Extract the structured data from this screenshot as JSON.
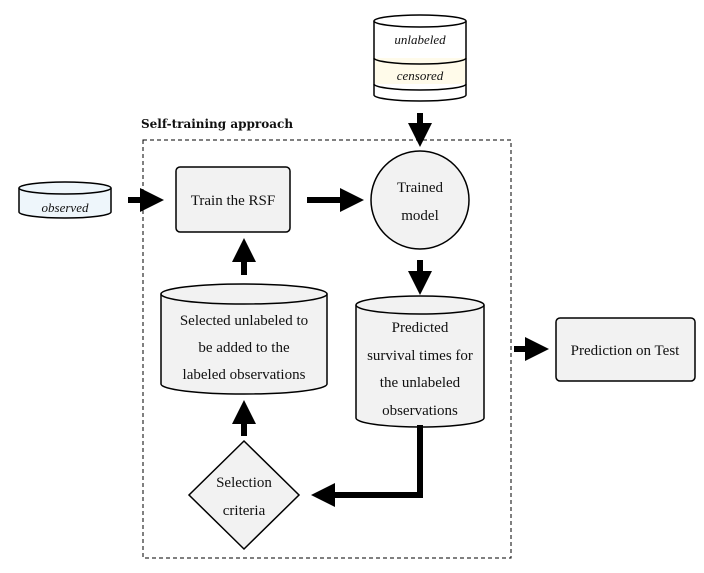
{
  "group_label": "Self-training approach",
  "data_sources": {
    "unlabeled": "unlabeled",
    "censored": "censored",
    "observed": "observed"
  },
  "nodes": {
    "train": "Train the RSF",
    "trained_model": [
      "Trained",
      "model"
    ],
    "predicted": [
      "Predicted",
      "survival times for",
      "the unlabeled",
      "observations"
    ],
    "selected": [
      "Selected unlabeled to",
      "be added to the",
      "labeled observations"
    ],
    "selection": [
      "Selection",
      "criteria"
    ],
    "prediction_test": "Prediction on Test"
  },
  "colors": {
    "node_fill": "#f2f2f2",
    "cylinder_fill": "#eef6fb",
    "censored_fill": "#fffbea",
    "stroke": "#000000"
  }
}
